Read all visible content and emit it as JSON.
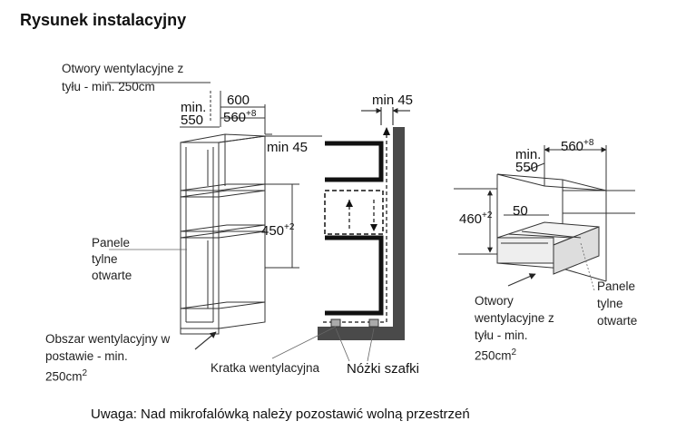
{
  "title": "Rysunek instalacyjny",
  "left_figure": {
    "label_vents_back_line1": "Otwory wentylacyjne z",
    "label_vents_back_line2": "tyłu - min. 250cm",
    "dim_width_min_top": "min.",
    "dim_width_min_value": "550",
    "dim_depth_600": "600",
    "dim_depth_560": "560",
    "dim_depth_560_sup": "+8",
    "dim_min45": "min 45",
    "dim_height": "450",
    "dim_height_sup": "+2",
    "label_panels_line1": "Panele",
    "label_panels_line2": "tylne",
    "label_panels_line3": "otwarte",
    "label_plinth_line1": "Obszar wentylacyjny w",
    "label_plinth_line2": "postawie - min.",
    "label_plinth_line3": "250cm",
    "label_plinth_sup": "2"
  },
  "middle_figure": {
    "dim_top": "min 45",
    "label_grille": "Kratka wentylacyjna",
    "label_feet": "Nóżki szafki"
  },
  "right_figure": {
    "dim_width_min_top": "min.",
    "dim_width_min_value": "550",
    "dim_depth_560": "560",
    "dim_depth_560_sup": "+8",
    "dim_height": "460",
    "dim_height_sup": "+2",
    "dim_50": "50",
    "label_vents_line1": "Otwory",
    "label_vents_line2": "wentylacyjne z",
    "label_vents_line3": "tyłu - min.",
    "label_vents_line4": "250cm",
    "label_vents_sup": "2",
    "label_panels_line1": "Panele",
    "label_panels_line2": "tylne",
    "label_panels_line3": "otwarte"
  },
  "note": "Uwaga: Nad mikrofalówką należy pozostawić wolną przestrzeń"
}
